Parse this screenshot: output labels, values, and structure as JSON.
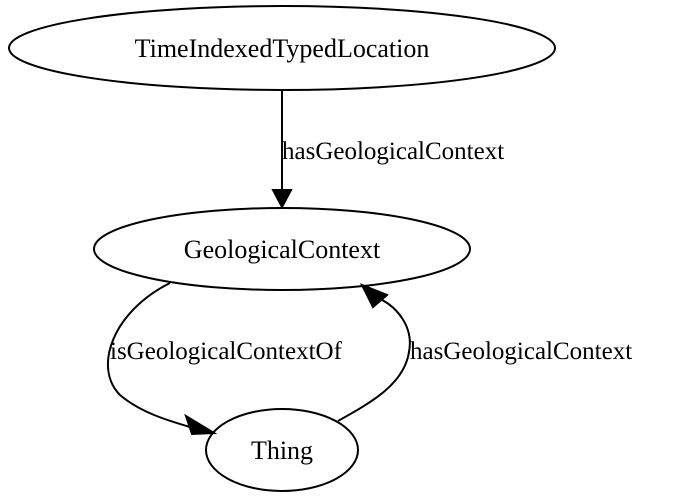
{
  "nodes": {
    "time_indexed_typed_location": "TimeIndexedTypedLocation",
    "geological_context": "GeologicalContext",
    "thing": "Thing"
  },
  "edges": {
    "tit_to_geo": "hasGeologicalContext",
    "geo_to_thing": "isGeologicalContextOf",
    "thing_to_geo": "hasGeologicalContext"
  }
}
